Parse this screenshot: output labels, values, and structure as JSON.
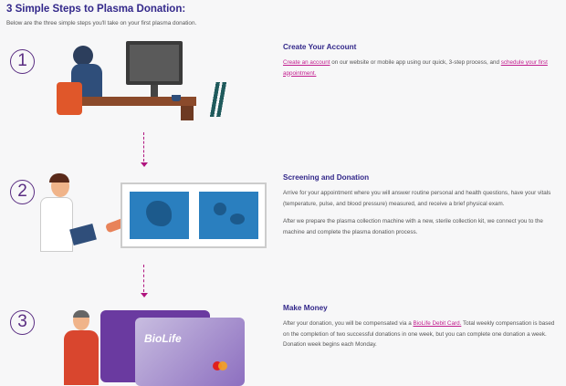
{
  "title": "3 Simple Steps to Plasma Donation:",
  "intro": "Below are the three simple steps you'll take on your first plasma donation.",
  "steps": [
    {
      "number": "1",
      "title": "Create Your Account",
      "link1": "Create an account",
      "text1": " on our website or mobile app using our quick, 3-step process, and ",
      "link2": "schedule your first appointment."
    },
    {
      "number": "2",
      "title": "Screening and Donation",
      "p1": "Arrive for your appointment where you will answer routine personal and health questions, have your vitals (temperature, pulse, and blood pressure) measured, and receive a brief physical exam.",
      "p2": "After we prepare the plasma collection machine with a new, sterile collection kit, we connect you to the machine and complete the plasma donation process."
    },
    {
      "number": "3",
      "title": "Make Money",
      "text1": "After your donation, you will be compensated via a ",
      "link": "BioLife Debit Card.",
      "text2": " Total weekly compensation is based on the completion of two successful donations in one week, but you can complete one donation a week. Donation week begins each Monday."
    }
  ],
  "card": {
    "brand": "BioLife"
  },
  "colors": {
    "heading": "#33288a",
    "link": "#c21c8e",
    "accent": "#5a2d82"
  }
}
